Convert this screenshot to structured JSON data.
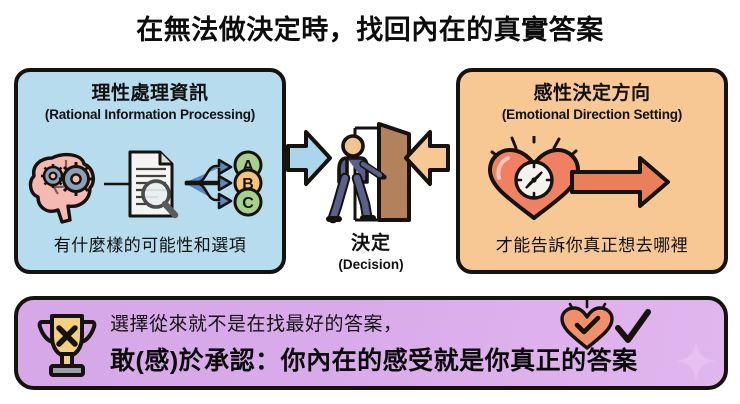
{
  "title": "在無法做決定時，找回內在的真實答案",
  "left_panel": {
    "heading_zh": "理性處理資訊",
    "heading_en": "(Rational Information Processing)",
    "footer_zh": "有什麼樣的可能性和選項",
    "bg_color": "#b6dcee",
    "icons": [
      "brain-gears-icon",
      "document-magnifier-icon",
      "branching-arrows-icon"
    ],
    "options": [
      {
        "label": "A",
        "color": "#a8d08d"
      },
      {
        "label": "B",
        "color": "#f6c37a"
      },
      {
        "label": "C",
        "color": "#a8d08d"
      }
    ]
  },
  "right_panel": {
    "heading_zh": "感性決定方向",
    "heading_en": "(Emotional Direction Setting)",
    "footer_zh": "才能告訴你真正想去哪裡",
    "bg_color": "#f7c894",
    "icons": [
      "heart-compass-icon",
      "right-arrow-icon"
    ]
  },
  "center": {
    "label_zh": "決定",
    "label_en": "(Decision)",
    "icon": "person-walking-through-door-icon",
    "arrow_left": {
      "name": "arrow-right-blue",
      "color": "#a9d6ea"
    },
    "arrow_right": {
      "name": "arrow-left-peach",
      "color": "#f7c894"
    }
  },
  "banner": {
    "line1": "選擇從來就不是在找最好的答案，",
    "line2": "敢(感)於承認：你內在的感受就是你真正的答案",
    "bg_color": "#d9abe9",
    "icons": [
      "trophy-x-icon",
      "heart-check-icon",
      "checkmark-icon",
      "sparkle-icon"
    ]
  }
}
